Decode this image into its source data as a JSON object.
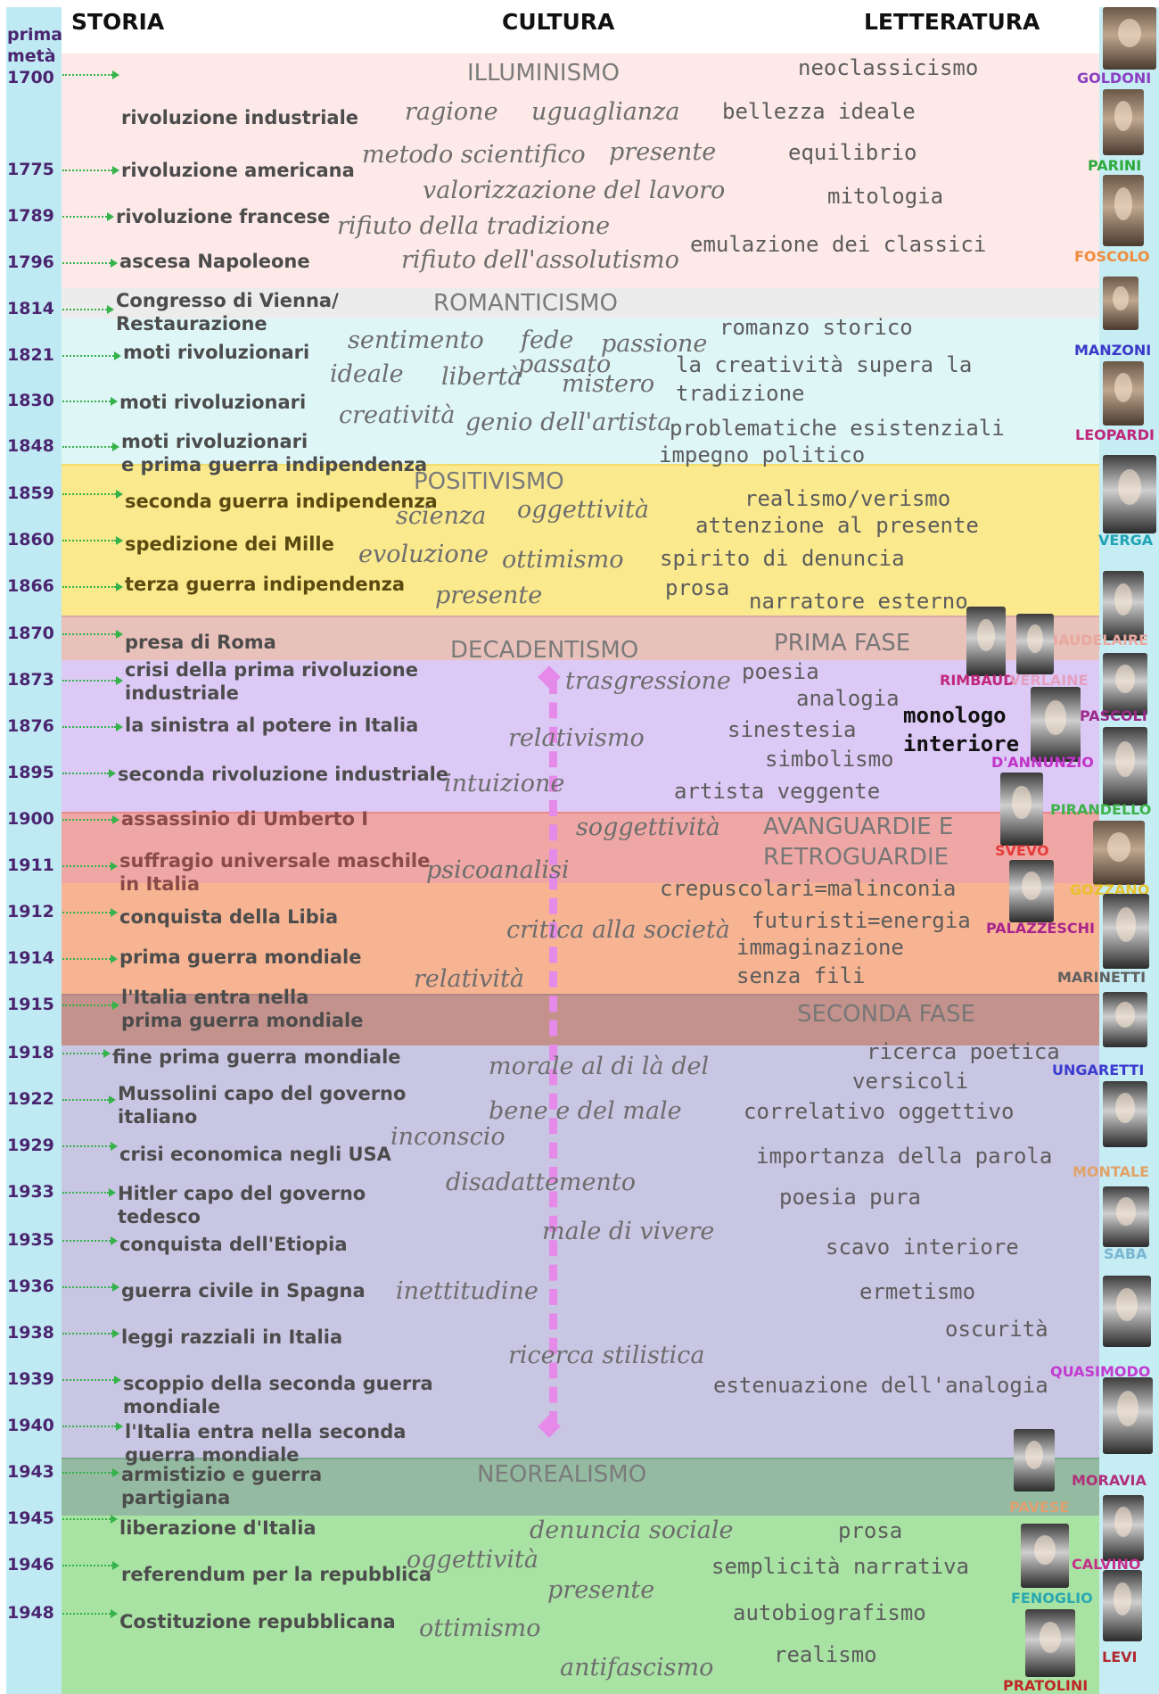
{
  "headers": {
    "storia": "STORIA",
    "cultura": "CULTURA",
    "letteratura": "LETTERATURA"
  },
  "colors": {
    "year_text": "#4b2470",
    "arrow": "#35b24a",
    "illuminismo_band": "#fde9e7",
    "romanticismo_band": "#dff6f7",
    "positivismo_band": "#fbe98d",
    "decadentismo_band": "#dcc9f5",
    "avanguardie_band": "#f7b493",
    "seconda_fase_band": "#c9c6e4",
    "neorealismo_band": "#a9e3a4",
    "timeline_line": "#e58ae8"
  },
  "periods": {
    "illuminismo": "ILLUMINISMO",
    "romanticismo": "ROMANTICISMO",
    "positivismo": "POSITIVISMO",
    "decadentismo": "DECADENTISMO",
    "prima_fase": "PRIMA FASE",
    "avanguardie": "AVANGUARDIE E\nRETROGUARDIE",
    "seconda_fase": "SECONDA FASE",
    "neorealismo": "NEOREALISMO"
  },
  "years": [
    "prima\nmetà\n1700",
    "1775",
    "1789",
    "1796",
    "1814",
    "1821",
    "1830",
    "1848",
    "1859",
    "1860",
    "1866",
    "1870",
    "1873",
    "1876",
    "1895",
    "1900",
    "1911",
    "1912",
    "1914",
    "1915",
    "1918",
    "1922",
    "1929",
    "1933",
    "1935",
    "1936",
    "1938",
    "1939",
    "1940",
    "1943",
    "1945",
    "1946",
    "1948"
  ],
  "events": [
    "rivoluzione industriale",
    "rivoluzione americana",
    "rivoluzione francese",
    "ascesa Napoleone",
    "Congresso di Vienna/\nRestaurazione",
    "moti rivoluzionari",
    "moti rivoluzionari",
    "moti rivoluzionari\ne prima guerra indipendenza",
    "seconda guerra indipendenza",
    "spedizione dei Mille",
    "terza guerra indipendenza",
    "presa di Roma",
    "crisi della prima rivoluzione\nindustriale",
    "la sinistra al potere in Italia",
    "seconda rivoluzione industriale",
    "assassinio di Umberto I",
    "suffragio universale maschile\nin Italia",
    "conquista della Libia",
    "prima guerra mondiale",
    "l'Italia entra nella\nprima guerra mondiale",
    "fine prima guerra mondiale",
    "Mussolini capo del governo\nitaliano",
    "crisi economica negli USA",
    "Hitler capo del governo\ntedesco",
    "conquista dell'Etiopia",
    "guerra civile in Spagna",
    "leggi razziali in Italia",
    "scoppio della seconda guerra\nmondiale",
    "l'Italia entra nella seconda\nguerra mondiale",
    "armistizio e guerra\npartigiana",
    "liberazione d'Italia",
    "referendum per la repubblica",
    "Costituzione repubblicana"
  ],
  "culture": [
    "ragione",
    "uguaglianza",
    "metodo scientifico",
    "presente",
    "valorizzazione del lavoro",
    "rifiuto della tradizione",
    "rifiuto dell'assolutismo",
    "sentimento",
    "fede",
    "passione",
    "passato",
    "ideale",
    "libertà",
    "mistero",
    "creatività",
    "genio dell'artista",
    "scienza",
    "oggettività",
    "evoluzione",
    "ottimismo",
    "presente",
    "trasgressione",
    "relativismo",
    "intuizione",
    "soggettività",
    "psicoanalisi",
    "critica alla società",
    "relatività",
    "morale al di là del",
    "bene e del male",
    "inconscio",
    "disadattemento",
    "male di vivere",
    "inettitudine",
    "ricerca stilistica",
    "denuncia sociale",
    "oggettività",
    "presente",
    "ottimismo",
    "antifascismo"
  ],
  "literature": [
    "neoclassicismo",
    "bellezza ideale",
    "equilibrio",
    "mitologia",
    "emulazione dei classici",
    "romanzo storico",
    "la creatività supera la\ntradizione",
    "problematiche esistenziali",
    "impegno politico",
    "realismo/verismo",
    "attenzione al presente",
    "spirito di denuncia",
    "prosa",
    "narratore esterno",
    "poesia",
    "analogia",
    "monologo\ninteriore",
    "sinestesia",
    "simbolismo",
    "artista veggente",
    "crepuscolari=malinconia",
    "futuristi=energia",
    "immaginazione\nsenza fili",
    "ricerca poetica",
    "versicoli",
    "correlativo oggettivo",
    "importanza della parola",
    "poesia pura",
    "scavo interiore",
    "ermetismo",
    "oscurità",
    "estenuazione dell'analogia",
    "prosa",
    "semplicità narrativa",
    "autobiografismo",
    "realismo"
  ],
  "authors": [
    {
      "name": "GOLDONI",
      "color": "#8b3fc2"
    },
    {
      "name": "PARINI",
      "color": "#2eaa3c"
    },
    {
      "name": "FOSCOLO",
      "color": "#f08c3c"
    },
    {
      "name": "MANZONI",
      "color": "#3a39c8"
    },
    {
      "name": "LEOPARDI",
      "color": "#c0277a"
    },
    {
      "name": "VERGA",
      "color": "#20a4b5"
    },
    {
      "name": "BAUDELAIRE",
      "color": "#e8a8a0"
    },
    {
      "name": "RIMBAUD",
      "color": "#c0277a"
    },
    {
      "name": "VERLAINE",
      "color": "#e4a0c0"
    },
    {
      "name": "PASCOLI",
      "color": "#9b2a8a"
    },
    {
      "name": "D'ANNUNZIO",
      "color": "#c035c8"
    },
    {
      "name": "PIRANDELLO",
      "color": "#3fb24a"
    },
    {
      "name": "SVEVO",
      "color": "#e53c3c"
    },
    {
      "name": "GOZZANO",
      "color": "#e7c22c"
    },
    {
      "name": "PALAZZESCHI",
      "color": "#a8248c"
    },
    {
      "name": "MARINETTI",
      "color": "#606060"
    },
    {
      "name": "UNGARETTI",
      "color": "#3b3bd0"
    },
    {
      "name": "MONTALE",
      "color": "#e0a268"
    },
    {
      "name": "SABA",
      "color": "#7ab6d0"
    },
    {
      "name": "QUASIMODO",
      "color": "#c23ad0"
    },
    {
      "name": "MORAVIA",
      "color": "#b0307a"
    },
    {
      "name": "PAVESE",
      "color": "#e0a070"
    },
    {
      "name": "CALVINO",
      "color": "#c4308a"
    },
    {
      "name": "FENOGLIO",
      "color": "#2aa8b0"
    },
    {
      "name": "LEVI",
      "color": "#b02a30"
    },
    {
      "name": "PRATOLINI",
      "color": "#c02828"
    }
  ]
}
